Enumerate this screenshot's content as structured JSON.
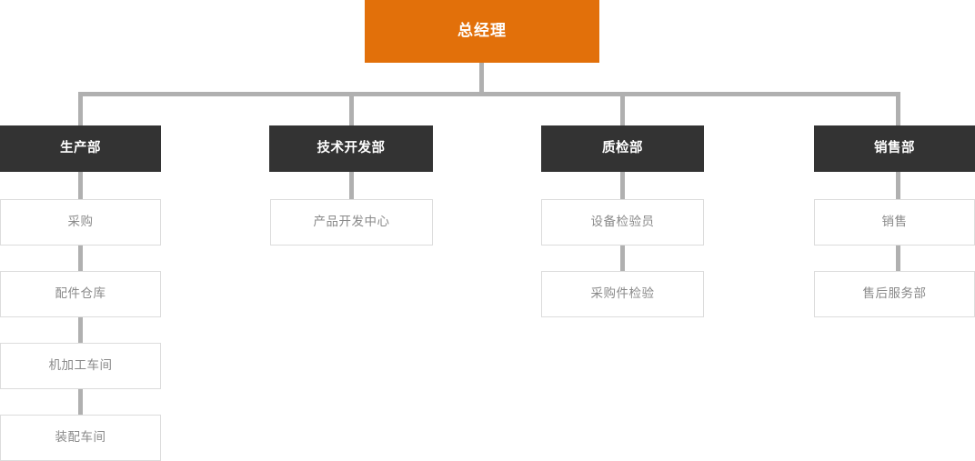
{
  "chart": {
    "type": "org-chart",
    "title_node": {
      "label": "总经理"
    },
    "connector_color": "#b0b0b0",
    "root_color": "#e2700a",
    "dept_color": "#333333",
    "sub_border_color": "#dcdcdc",
    "sub_text_color": "#8a8a8a",
    "departments": [
      {
        "label": "生产部",
        "children": [
          {
            "label": "采购"
          },
          {
            "label": "配件仓库"
          },
          {
            "label": "机加工车间"
          },
          {
            "label": "装配车间"
          }
        ]
      },
      {
        "label": "技术开发部",
        "children": [
          {
            "label": "产品开发中心"
          }
        ]
      },
      {
        "label": "质检部",
        "children": [
          {
            "label": "设备检验员"
          },
          {
            "label": "采购件检验"
          }
        ]
      },
      {
        "label": "销售部",
        "children": [
          {
            "label": "销售"
          },
          {
            "label": "售后服务部"
          }
        ]
      }
    ]
  }
}
